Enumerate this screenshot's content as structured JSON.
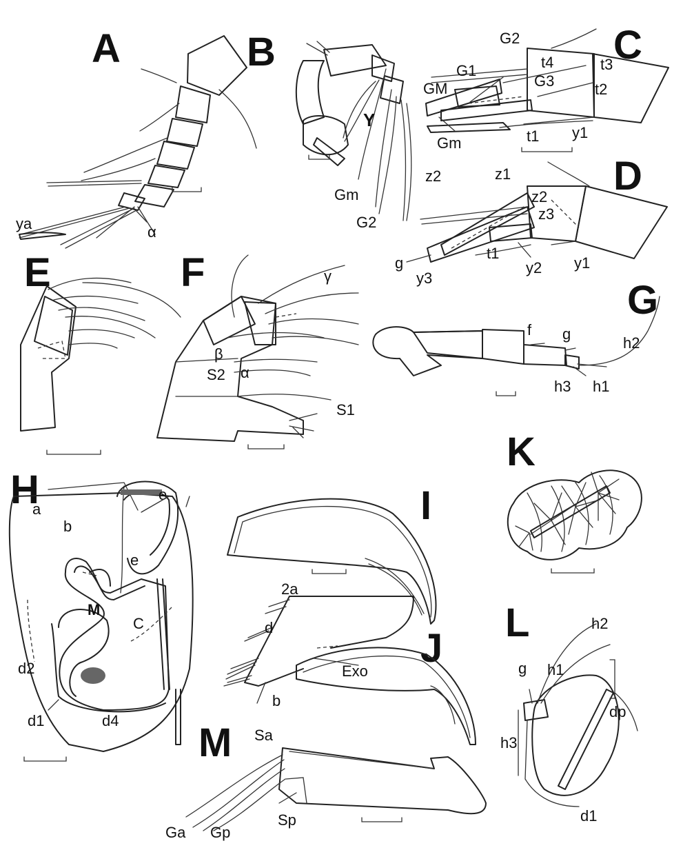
{
  "panels": {
    "A": {
      "letter": "A",
      "labels": {
        "ya": "ya",
        "alpha": "α"
      }
    },
    "B": {
      "letter": "B",
      "labels": {
        "Y": "Y",
        "Gm": "Gm",
        "G2": "G2",
        "z2": "z2"
      }
    },
    "C": {
      "letter": "C",
      "labels": {
        "G1": "G1",
        "G2": "G2",
        "GM": "GM",
        "G3": "G3",
        "t4": "t4",
        "t3": "t3",
        "t2": "t2",
        "t1": "t1",
        "y1": "y1",
        "Gm": "Gm"
      }
    },
    "D": {
      "letter": "D",
      "labels": {
        "z1": "z1",
        "z2": "z2",
        "z3": "z3",
        "g": "g",
        "y3": "y3",
        "t1": "t1",
        "y2": "y2",
        "y1": "y1"
      }
    },
    "E": {
      "letter": "E"
    },
    "F": {
      "letter": "F",
      "labels": {
        "gamma": "γ",
        "beta": "β",
        "S2": "S2",
        "alpha": "α",
        "S1": "S1"
      }
    },
    "G": {
      "letter": "G",
      "labels": {
        "f": "f",
        "g": "g",
        "h2": "h2",
        "h3": "h3",
        "h1": "h1"
      }
    },
    "H": {
      "letter": "H",
      "labels": {
        "a": "a",
        "b": "b",
        "e1": "e",
        "e2": "e",
        "M": "M",
        "C": "C",
        "d2": "d2",
        "d1": "d1",
        "d4": "d4"
      }
    },
    "I": {
      "letter": "I"
    },
    "J": {
      "letter": "J",
      "labels": {
        "a2": "2a",
        "d": "d",
        "Exo": "Exo",
        "b": "b"
      }
    },
    "K": {
      "letter": "K"
    },
    "L": {
      "letter": "L",
      "labels": {
        "h2": "h2",
        "g": "g",
        "h1": "h1",
        "dp": "dp",
        "h3": "h3",
        "d1": "d1"
      }
    },
    "M": {
      "letter": "M",
      "labels": {
        "Sa": "Sa",
        "Ga": "Ga",
        "Gp": "Gp",
        "Sp": "Sp"
      }
    }
  }
}
